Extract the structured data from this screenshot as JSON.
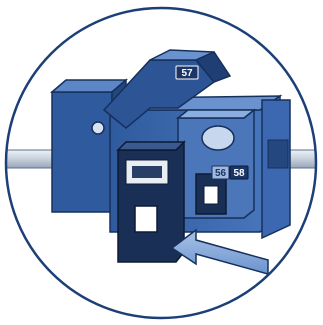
{
  "illustration": {
    "subject": "print-cartridge-carriage",
    "labels": {
      "tri_color_cartridge": "57",
      "left_slot_number": "56",
      "right_slot_number": "58"
    }
  },
  "colors": {
    "ring_outline": "#1c3f78",
    "carriage_blue": "#3b68b0",
    "carriage_dark": "#24477f",
    "carriage_light": "#5d86c6",
    "rod_gray": "#c9d1dd",
    "cartridge_dark": "#1a2f55",
    "arrow_fill": "#7fa3d6",
    "label_bg": "#1b3566"
  }
}
